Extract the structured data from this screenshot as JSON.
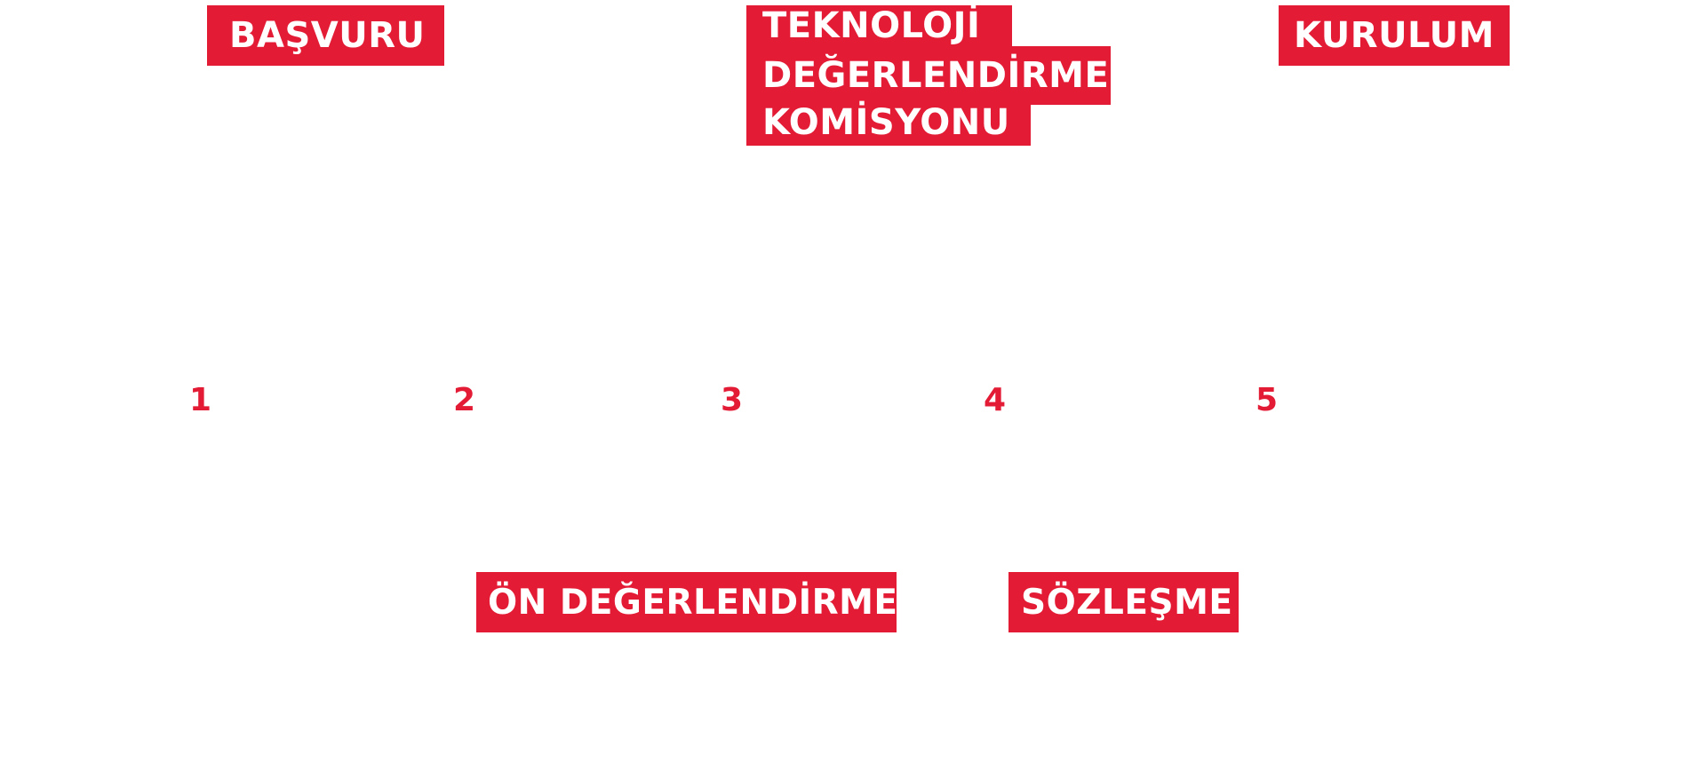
{
  "theme": {
    "accent": "#e31b35",
    "text_on_accent": "#ffffff",
    "background": "#ffffff"
  },
  "steps": [
    {
      "number": "1",
      "label": "BAŞVURU"
    },
    {
      "number": "2",
      "label": "ÖN DEĞERLENDİRME"
    },
    {
      "number": "3",
      "label_lines": [
        "TEKNOLOJİ",
        "DEĞERLENDİRME",
        "KOMİSYONU"
      ]
    },
    {
      "number": "4",
      "label": "SÖZLEŞME"
    },
    {
      "number": "5",
      "label": "KURULUM"
    }
  ]
}
